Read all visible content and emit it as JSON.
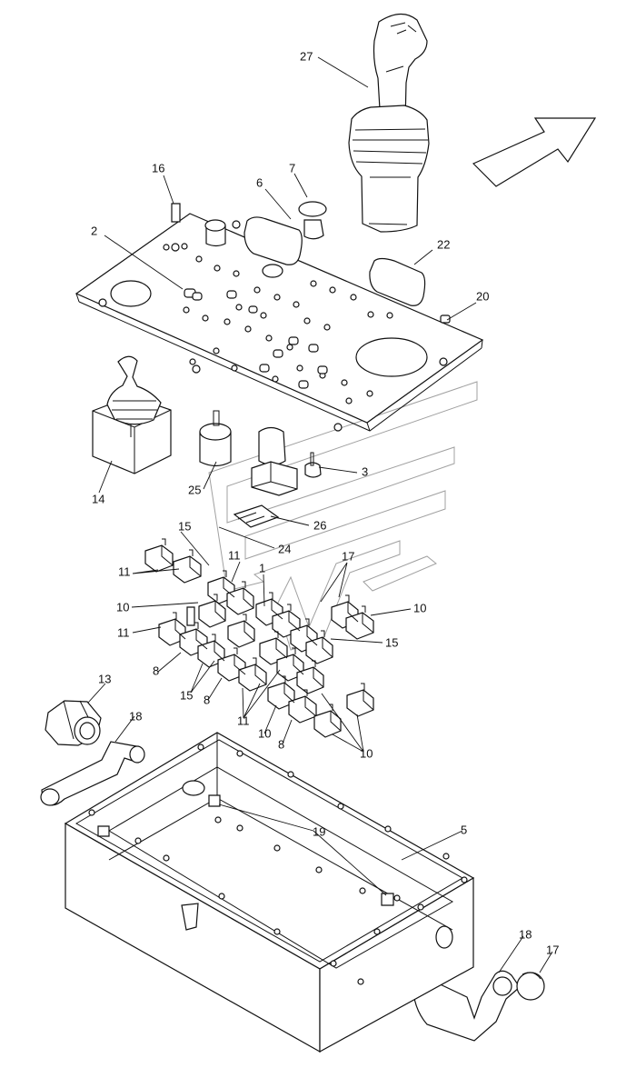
{
  "diagram": {
    "labels": [
      "27",
      "16",
      "7",
      "6",
      "2",
      "22",
      "20",
      "14",
      "25",
      "3",
      "26",
      "15",
      "24",
      "11",
      "11",
      "17",
      "1",
      "10",
      "10",
      "11",
      "15",
      "8",
      "15",
      "8",
      "11",
      "10",
      "8",
      "10",
      "13",
      "18",
      "5",
      "19",
      "18",
      "17"
    ],
    "colors": {
      "line": "#111111",
      "watermark": "#777777",
      "background": "#ffffff"
    }
  }
}
